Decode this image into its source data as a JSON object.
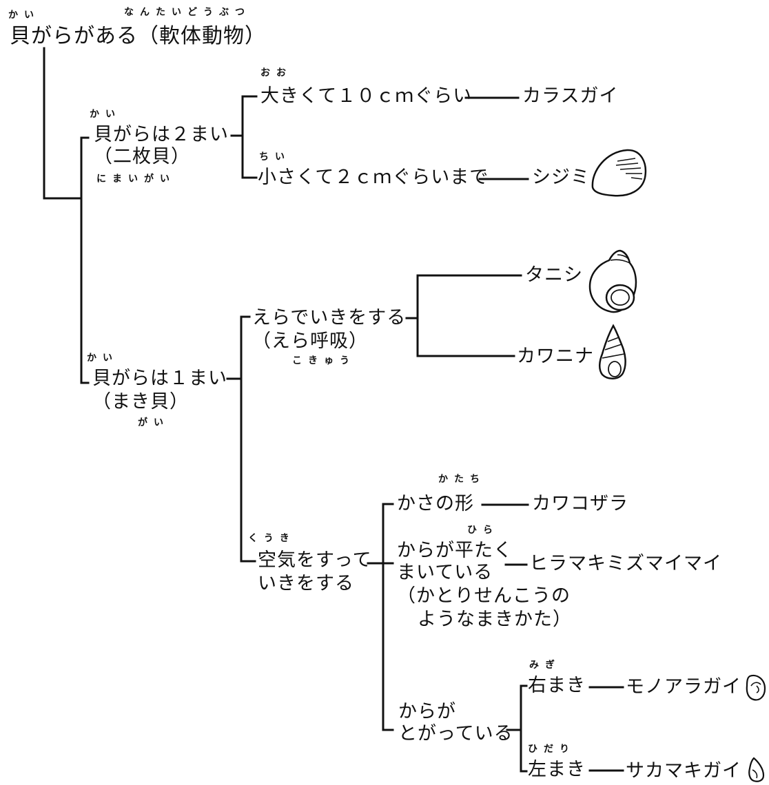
{
  "root": {
    "text": "貝がらがある（軟体動物）",
    "ruby_kai": "かい",
    "ruby_nantai": "なんたいどうぶつ"
  },
  "bivalve": {
    "line1": "貝がらは２まい",
    "line2": "（二枚貝）",
    "ruby_top": "かい",
    "ruby_bottom": "にまいがい",
    "large": {
      "text": "大きくて１０ｃｍぐらい",
      "ruby": "おお",
      "species": "カラスガイ"
    },
    "small": {
      "text": "小さくて２ｃｍぐらいまで",
      "ruby": "ちい",
      "species": "シジミ"
    }
  },
  "snail": {
    "line1": "貝がらは１まい",
    "line2": "（まき貝）",
    "ruby_top": "かい",
    "ruby_bottom": "がい",
    "gill": {
      "line1": "えらでいきをする",
      "line2": "（えら呼吸）",
      "ruby": "こきゅう",
      "species_1": "タニシ",
      "species_2": "カワニナ"
    },
    "air": {
      "line1": "空気をすって",
      "line2": "いきをする",
      "ruby": "くうき",
      "hat": {
        "text": "かさの形",
        "ruby": "かたち",
        "species": "カワコザラ"
      },
      "flat": {
        "line1": "からが平たく",
        "line2": "まいている",
        "line3": "（かとりせんこうの",
        "line4": "ようなまきかた）",
        "ruby": "ひら",
        "species": "ヒラマキミズマイマイ"
      },
      "pointed": {
        "line1": "からが",
        "line2": "とがっている",
        "right": {
          "text": "右まき",
          "ruby": "みぎ",
          "species": "モノアラガイ"
        },
        "left": {
          "text": "左まき",
          "ruby": "ひだり",
          "species": "サカマキガイ"
        }
      }
    }
  },
  "colors": {
    "ink": "#111111",
    "background": "#ffffff"
  }
}
